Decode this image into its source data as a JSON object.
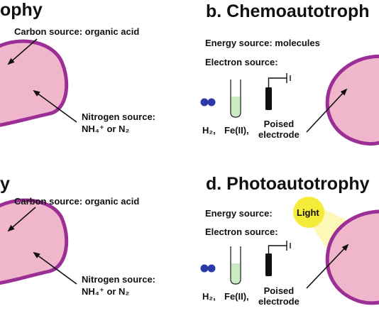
{
  "panels": {
    "a": {
      "title": "ophy",
      "carbon_source": "Carbon source: organic acid",
      "nitrogen_line1": "Nitrogen source:",
      "nitrogen_line2": "NH₄⁺ or N₂"
    },
    "b": {
      "title": "b. Chemoautotroph",
      "energy_source": "Energy source: molecules",
      "electron_source": "Electron source:",
      "donor_h2": "H₂,",
      "donor_fe": "Fe(II),",
      "donor_electrode_line1": "Poised",
      "donor_electrode_line2": "electrode"
    },
    "c": {
      "title": "y",
      "carbon_source": "Carbon source: organic acid",
      "nitrogen_line1": "Nitrogen source:",
      "nitrogen_line2": "NH₄⁺ or N₂"
    },
    "d": {
      "title": "d. Photoautotrophy",
      "energy_source": "Energy source:",
      "light_label": "Light",
      "electron_source": "Electron source:",
      "donor_h2": "H₂,",
      "donor_fe": "Fe(II),",
      "donor_electrode_line1": "Poised",
      "donor_electrode_line2": "electrode"
    }
  },
  "colors": {
    "cell_fill": "#f0b7cc",
    "cell_stroke": "#9c2f96",
    "molecule": "#2b3aa6",
    "tube_liquid": "#c8ebc2",
    "light_glow": "#fbf7b0",
    "light_sun": "#f5ec3a"
  },
  "icons": [
    "h2-molecule-icon",
    "test-tube-icon",
    "electrode-icon",
    "light-source-icon",
    "arrow-icon"
  ]
}
